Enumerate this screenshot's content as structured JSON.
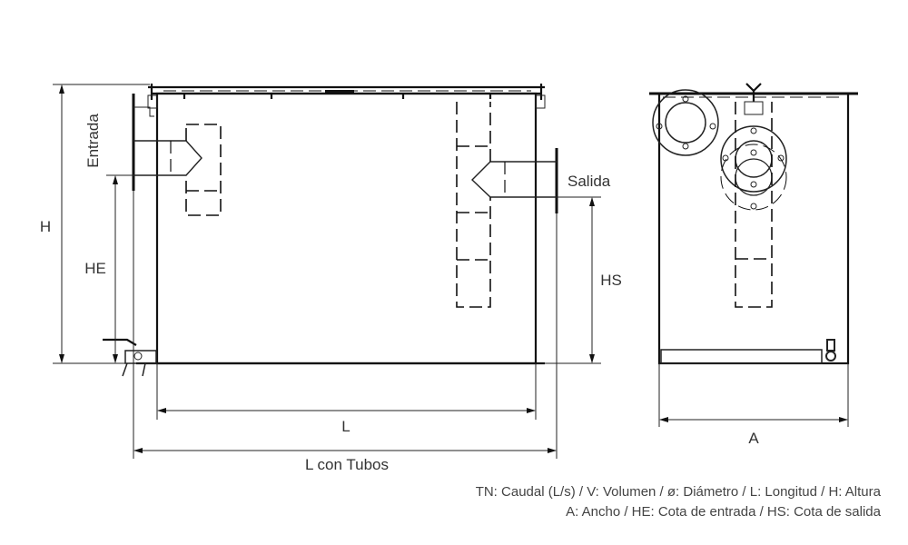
{
  "labels": {
    "entrada": "Entrada",
    "salida": "Salida",
    "h": "H",
    "he": "HE",
    "hs": "HS",
    "l": "L",
    "l_con_tubos": "L con Tubos",
    "a": "A"
  },
  "legend": {
    "line1": "TN: Caudal (L/s) / V: Volumen / ø: Diámetro / L: Longitud / H: Altura",
    "line2": "A: Ancho / HE: Cota de entrada / HS: Cota de salida"
  }
}
